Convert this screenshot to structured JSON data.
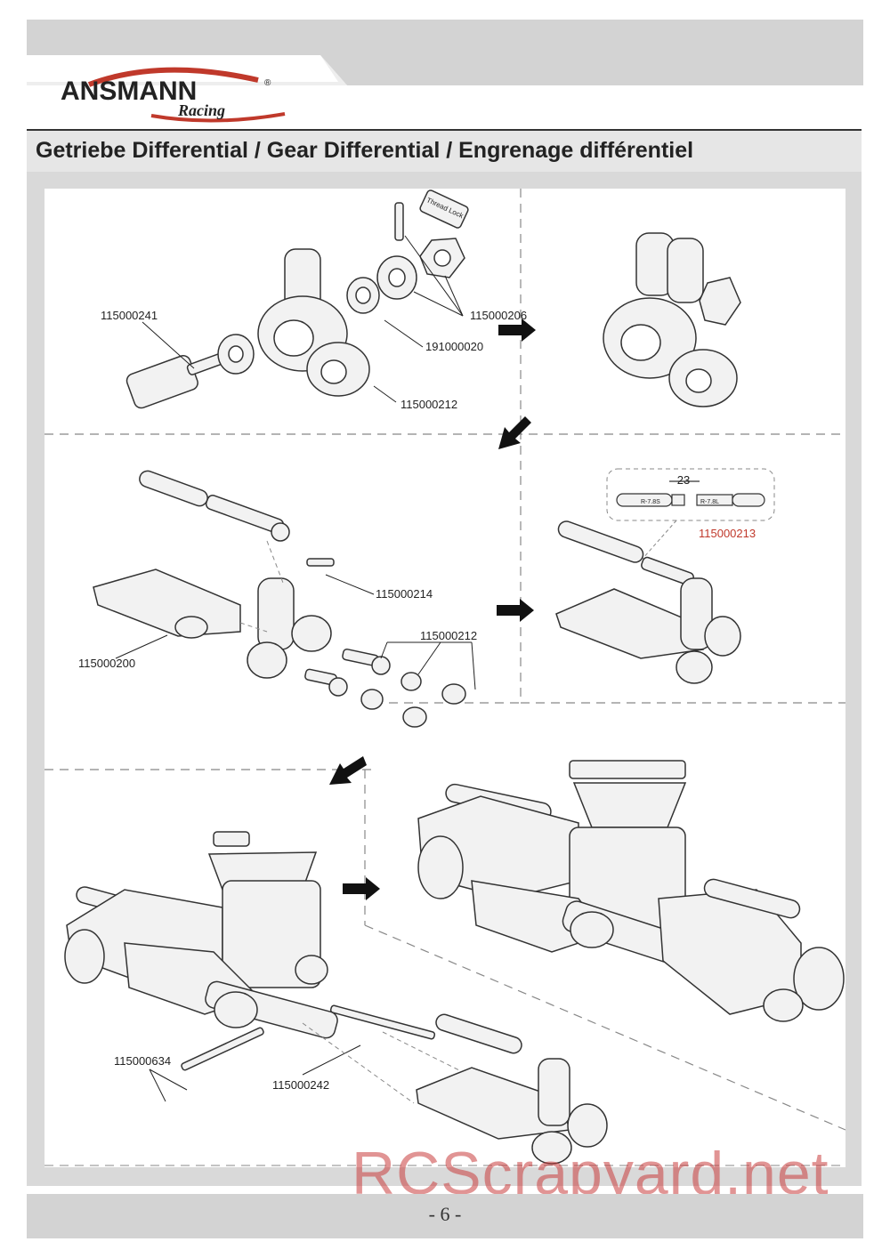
{
  "header": {
    "logo_word": "ANSMANN",
    "logo_sub": "Racing",
    "logo_mark": "®"
  },
  "title": "Getriebe Differential / Gear Differential / Engrenage différentiel",
  "part_numbers": {
    "p_115000241": "115000241",
    "p_115000206": "115000206",
    "p_191000020": "191000020",
    "p_115000212_a": "115000212",
    "p_115000214": "115000214",
    "p_115000212_b": "115000212",
    "p_115000200": "115000200",
    "p_115000213": "115000213",
    "p_115000634": "115000634",
    "p_115000242": "115000242"
  },
  "callout": {
    "dimension": "23",
    "left_tag": "R-7.8S",
    "right_tag": "R-7.8L"
  },
  "bottle_label": "Thread Lock",
  "footer": {
    "page": "- 6 -"
  },
  "watermark": "RCScrapyard.net",
  "colors": {
    "accent_red": "#c0392b",
    "frame_gray": "#d9d9d9",
    "band_gray": "#d3d3d3"
  }
}
